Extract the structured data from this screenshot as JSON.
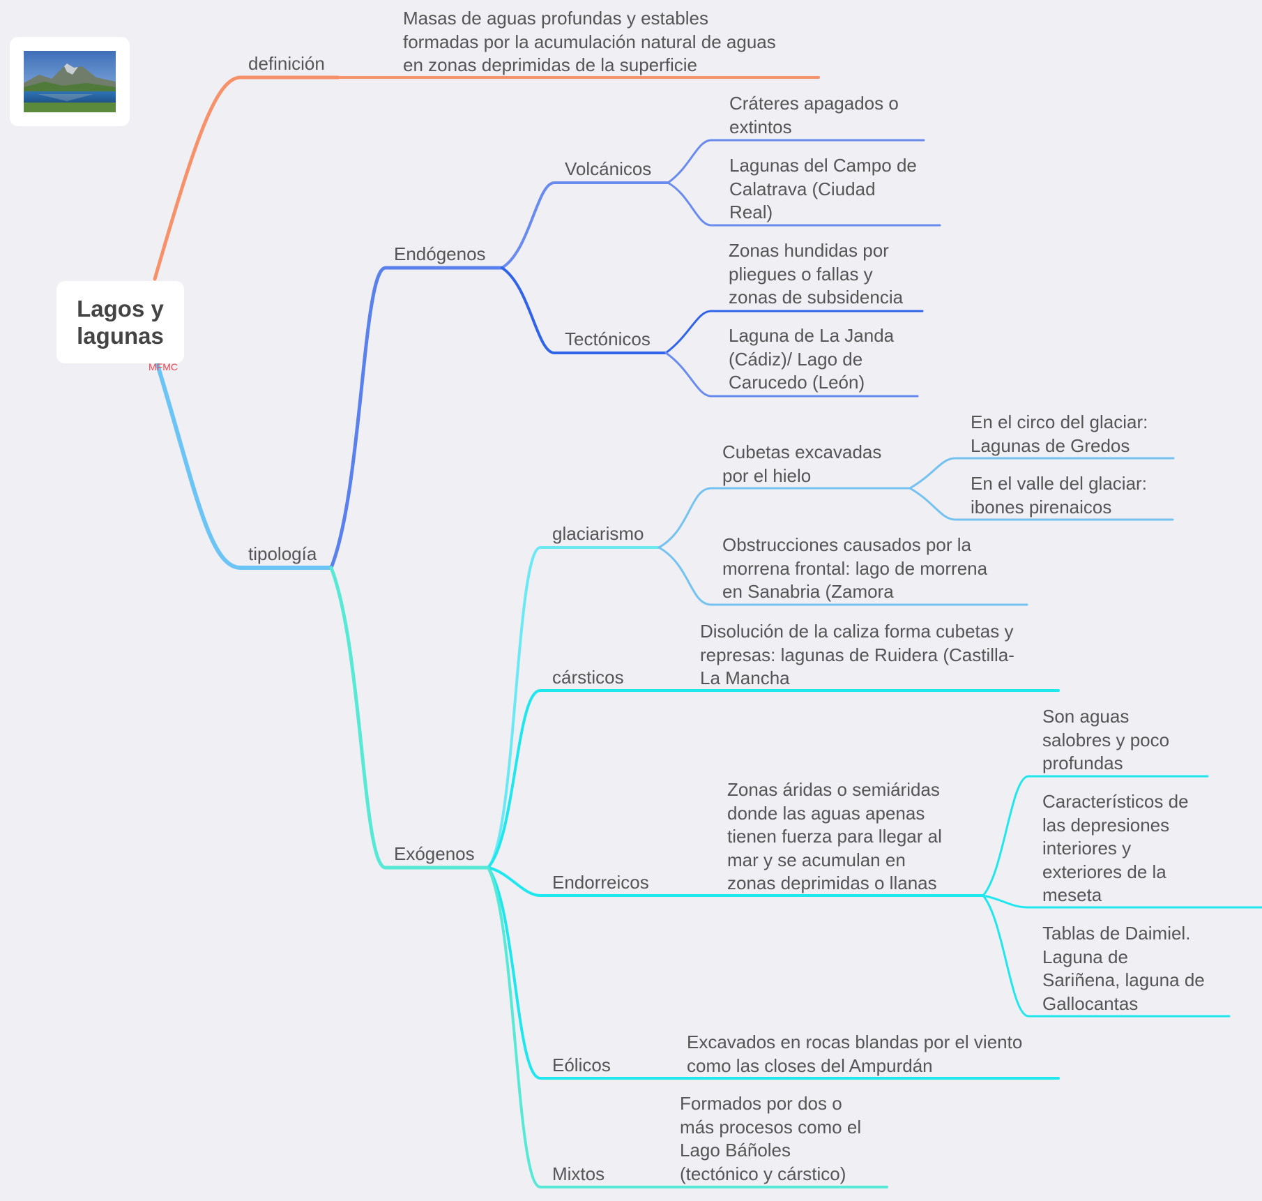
{
  "root": {
    "title": "Lagos y\nlagunas",
    "signature": "MFMC"
  },
  "colors": {
    "definicion": "#f7916a",
    "tipologia": "#6cc4f5",
    "endogenos": "#5a80ec",
    "volcanicos": "#6a8bee",
    "tectonicos": "#2f64e8",
    "exogenos": "#57e9d6",
    "glaciarismo": "#6ae9f5",
    "glaciar_sub": "#74c2f0",
    "cyan": "#20e6ee"
  },
  "image": {
    "icon": "mountain-lake-photo-icon"
  },
  "nodes": {
    "definicion": "definición",
    "definicion_text": "Masas de aguas profundas y estables\nformadas por la acumulación natural de aguas\nen zonas deprimidas de la superficie",
    "tipologia": "tipología",
    "endogenos": "Endógenos",
    "volcanicos": "Volcánicos",
    "volc_1": "Cráteres apagados o\nextintos",
    "volc_2": "Lagunas del Campo de\nCalatrava (Ciudad\nReal)",
    "tectonicos": "Tectónicos",
    "tect_1": "Zonas hundidas por\npliegues o fallas y\nzonas de subsidencia",
    "tect_2": "Laguna de La Janda\n(Cádiz)/ Lago de\nCarucedo (León)",
    "exogenos": "Exógenos",
    "glaciarismo": "glaciarismo",
    "cubetas": "Cubetas excavadas\npor el hielo",
    "circo": "En el circo del glaciar:\nLagunas de Gredos",
    "valle": "En el valle del glaciar:\nibones pirenaicos",
    "obstrucciones": "Obstrucciones causados por la\nmorrena frontal: lago de morrena\nen Sanabria (Zamora",
    "carsticos": "cársticos",
    "carsticos_text": "Disolución de la caliza forma cubetas y\nrepresas: lagunas de Ruidera (Castilla-\nLa Mancha",
    "endorreicos": "Endorreicos",
    "endorreicos_text": "Zonas áridas o semiáridas\ndonde las aguas apenas\ntienen fuerza para llegar al\nmar y se acumulan en\nzonas deprimidas o llanas",
    "endo_1": "Son aguas\nsalobres y poco\nprofundas",
    "endo_2": "Característicos de\nlas depresiones\ninteriores y\nexteriores de la\nmeseta",
    "endo_3": "Tablas de Daimiel.\nLaguna de\nSariñena, laguna de\nGallocantas",
    "eolicos": "Eólicos",
    "eolicos_text": "Excavados en rocas blandas por el viento\ncomo las closes del Ampurdán",
    "mixtos": "Mixtos",
    "mixtos_text": "Formados por dos o\nmás procesos como el\nLago Báñoles\n(tectónico y cárstico)"
  }
}
